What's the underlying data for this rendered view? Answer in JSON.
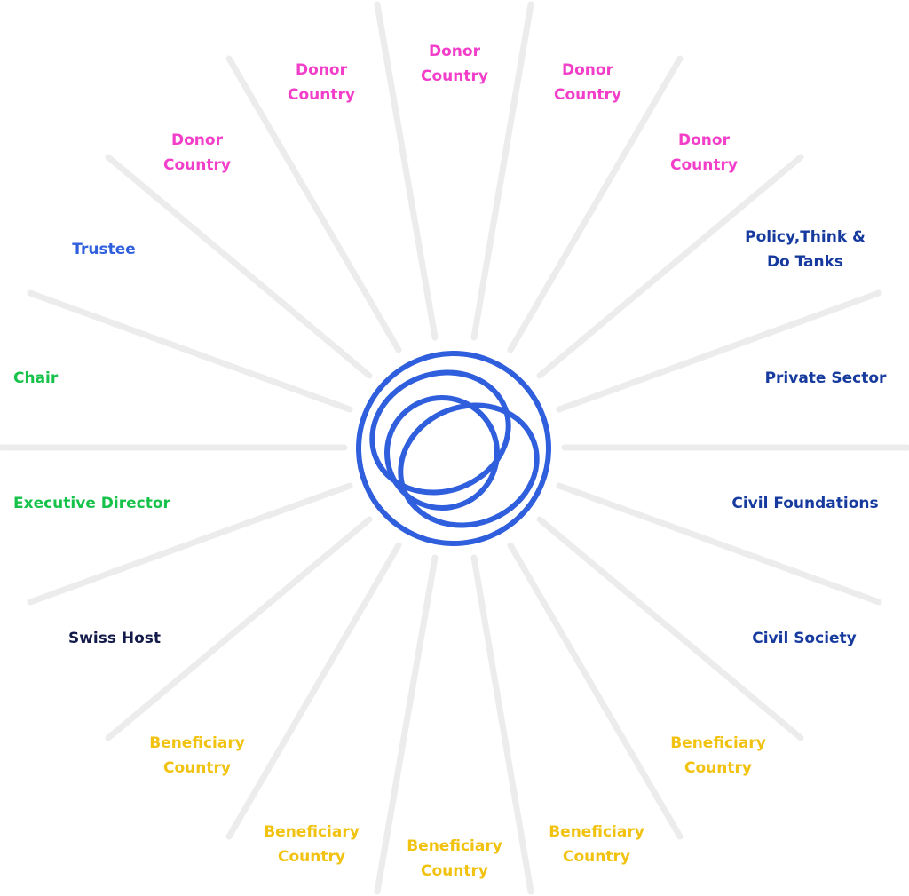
{
  "center": {
    "name": "network-logo",
    "color": "#2f5fdd"
  },
  "colors": {
    "donor": "#f23ec9",
    "trustee": "#2f5fdd",
    "partner": "#163a9e",
    "governance": "#17c24a",
    "host": "#141a4a",
    "beneficiary": "#f2c210",
    "ray": "#ececec"
  },
  "nodes": [
    {
      "lines": [
        "Donor",
        "Country"
      ]
    },
    {
      "lines": [
        "Donor",
        "Country"
      ]
    },
    {
      "lines": [
        "Donor",
        "Country"
      ]
    },
    {
      "lines": [
        "Donor",
        "Country"
      ]
    },
    {
      "lines": [
        "Policy,Think &",
        "Do Tanks"
      ]
    },
    {
      "lines": [
        "Private Sector"
      ]
    },
    {
      "lines": [
        "Civil Foundations"
      ]
    },
    {
      "lines": [
        "Civil Society"
      ]
    },
    {
      "lines": [
        "Beneficiary",
        "Country"
      ]
    },
    {
      "lines": [
        "Beneficiary",
        "Country"
      ]
    },
    {
      "lines": [
        "Beneficiary",
        "Country"
      ]
    },
    {
      "lines": [
        "Beneficiary",
        "Country"
      ]
    },
    {
      "lines": [
        "Beneficiary",
        "Country"
      ]
    },
    {
      "lines": [
        "Swiss Host"
      ]
    },
    {
      "lines": [
        "Executive Director"
      ]
    },
    {
      "lines": [
        "Chair"
      ]
    },
    {
      "lines": [
        "Trustee"
      ]
    },
    {
      "lines": [
        "Donor",
        "Country"
      ]
    }
  ]
}
